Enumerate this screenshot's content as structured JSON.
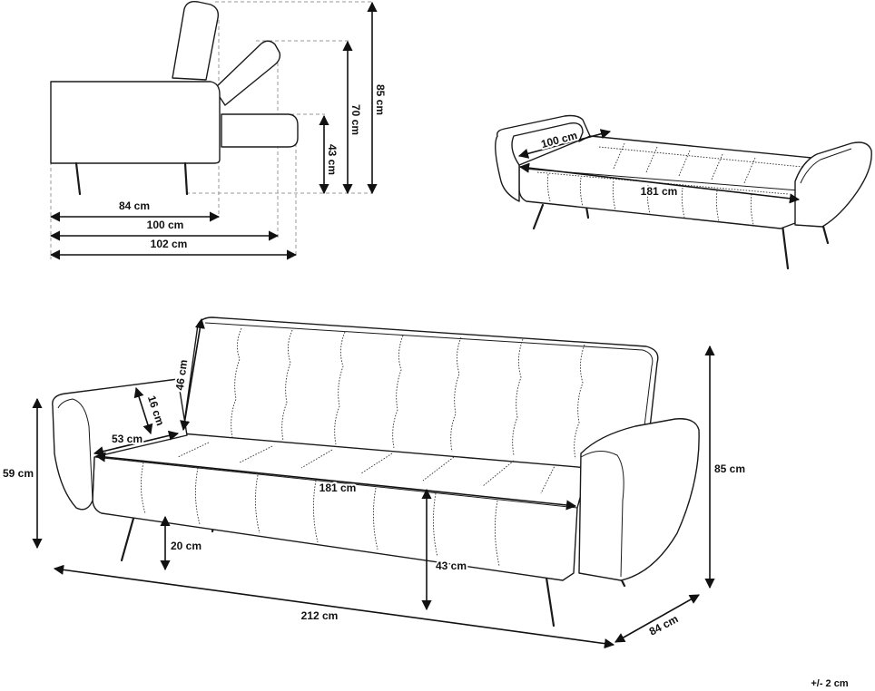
{
  "side_view": {
    "depth_seat_label": "84 cm",
    "depth_mid_label": "100 cm",
    "depth_full_label": "102 cm",
    "height_seat_label": "43 cm",
    "height_mid_label": "70 cm",
    "height_full_label": "85 cm"
  },
  "bed_view": {
    "bed_width_label": "100 cm",
    "bed_length_label": "181 cm"
  },
  "front_view": {
    "arm_height_label": "59 cm",
    "back_height_label": "46 cm",
    "arm_thickness_label": "16 cm",
    "seat_depth_label": "53 cm",
    "seat_length_label": "181 cm",
    "leg_clearance_label": "20 cm",
    "seat_height_label": "43 cm",
    "total_height_label": "85 cm",
    "total_width_label": "212 cm",
    "total_depth_label": "84 cm"
  },
  "tolerance_label": "+/- 2 cm"
}
